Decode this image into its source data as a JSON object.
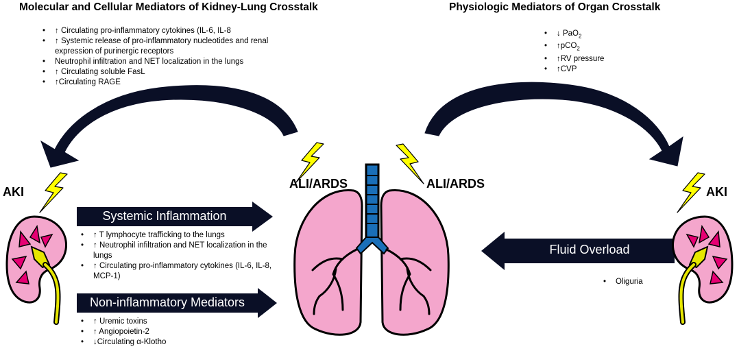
{
  "titles": {
    "left": "Molecular and Cellular Mediators of Kidney-Lung Crosstalk",
    "right": "Physiologic Mediators of Organ Crosstalk"
  },
  "molecular_mediators": [
    "↑ Circulating pro-inflammatory cytokines (IL-6, IL-8",
    "↑ Systemic release of pro-inflammatory nucleotides and renal expression of purinergic receptors",
    "Neutrophil infiltration and NET localization in the lungs",
    "↑ Circulating soluble FasL",
    "↑Circulating RAGE"
  ],
  "physiologic_mediators": [
    {
      "pre": "↓ PaO",
      "sub": "2"
    },
    {
      "pre": "↑pCO",
      "sub": "2"
    },
    {
      "pre": "↑RV pressure",
      "sub": ""
    },
    {
      "pre": "↑CVP",
      "sub": ""
    }
  ],
  "labels": {
    "aki_left": "AKI",
    "aki_right": "AKI",
    "ali_left": "ALI/ARDS",
    "ali_right": "ALI/ARDS"
  },
  "arrows": {
    "systemic_inflammation": "Systemic Inflammation",
    "non_inflammatory": "Non-inflammatory Mediators",
    "fluid_overload": "Fluid Overload"
  },
  "systemic_inflammation_items": [
    "↑ T lymphocyte trafficking to the lungs",
    "↑ Neutrophil infiltration and NET localization in the lungs",
    "↑ Circulating pro-inflammatory cytokines (IL-6, IL-8, MCP-1)"
  ],
  "non_inflammatory_items": [
    "↑ Uremic toxins",
    "↑ Angiopoietin-2",
    "↓Circulating α-Klotho"
  ],
  "fluid_overload_items": [
    "Oliguria"
  ],
  "colors": {
    "arrow_fill": "#0a0f26",
    "lightning": "#ffff00",
    "lung_pink": "#f4a6cc",
    "trachea_blue": "#1a6fb8",
    "kidney_yellow": "#e6e600"
  }
}
